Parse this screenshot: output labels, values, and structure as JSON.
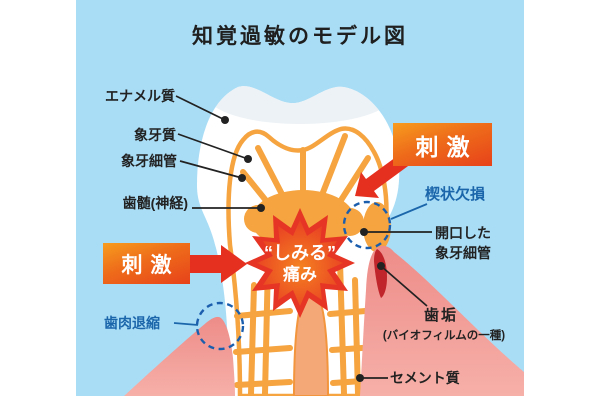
{
  "title": "知覚過敏のモデル図",
  "tooth_labels": {
    "enamel": "エナメル質",
    "dentin": "象牙質",
    "dentin_tubules": "象牙細管",
    "pulp_nerve": "歯髄(神経)",
    "gum_recession": "歯肉退縮",
    "wedge_defect": "楔状欠損",
    "open_tubules_line1": "開口した",
    "open_tubules_line2": "象牙細管",
    "plaque": "歯垢",
    "plaque_note": "(バイオフィルムの一種)",
    "cementum": "セメント質"
  },
  "stimulus": {
    "left": "刺激",
    "right": "刺激"
  },
  "pain": {
    "line1": "“しみる”",
    "line2": "痛み"
  },
  "colors": {
    "background_blue": "#A9DDF6",
    "dentin_orange": "#F5A43F",
    "stimulus_red": "#E6381F",
    "burst_red": "#E63524",
    "label_blue": "#1B66AB",
    "gum_pink": "#EE8C89",
    "plaque_red": "#C0252B"
  }
}
